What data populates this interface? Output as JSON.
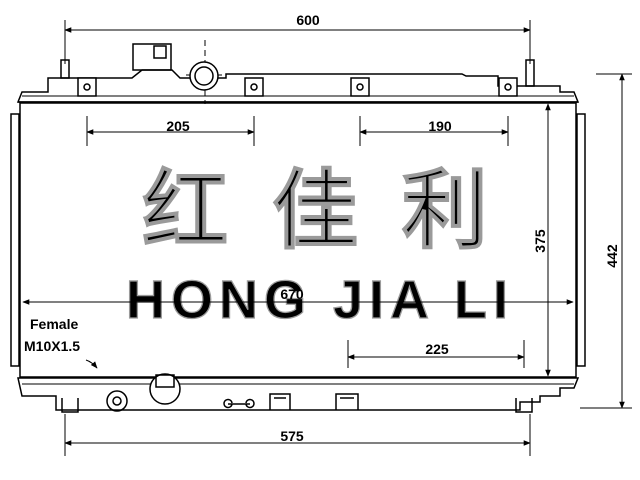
{
  "dimensions": {
    "overall_width": "600",
    "core_width": "670",
    "bottom_width": "575",
    "top_left_span": "205",
    "top_right_span": "190",
    "bottom_span": "225",
    "core_height": "375",
    "overall_height": "442"
  },
  "note": {
    "line1": "Female",
    "line2": "M10X1.5"
  },
  "watermark": {
    "chinese": "红 佳 利",
    "latin": "HONG JIA LI"
  }
}
